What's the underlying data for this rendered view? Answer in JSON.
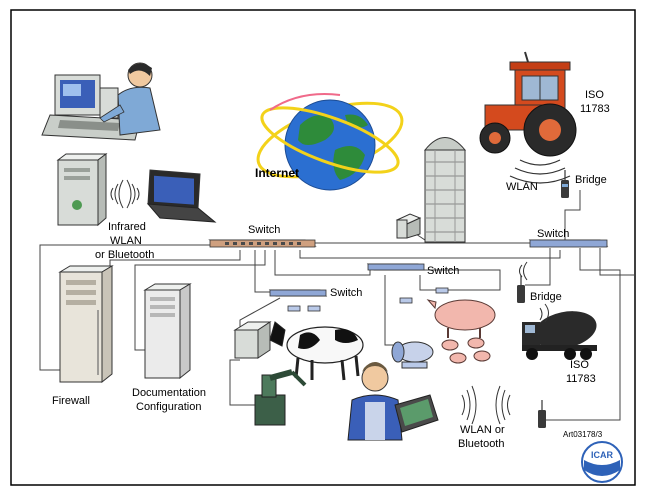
{
  "labels": {
    "iso_top_1": "ISO",
    "iso_top_2": "11783",
    "internet": "Internet",
    "bridge_top": "Bridge",
    "wlan_top": "WLAN",
    "switch_main": "Switch",
    "switch_right": "Switch",
    "switch_mid": "Switch",
    "switch_left": "Switch",
    "bridge_mid": "Bridge",
    "infrared_1": "Infrared",
    "infrared_2": "WLAN",
    "infrared_3": "or Bluetooth",
    "iso_mid_1": "ISO",
    "iso_mid_2": "11783",
    "firewall": "Firewall",
    "documentation": "Documentation",
    "configuration": "Configuration",
    "wlan_bottom_1": "WLAN or",
    "wlan_bottom_2": "Bluetooth",
    "art_code": "Art03178/3",
    "logo_text": "ICAR"
  },
  "colors": {
    "device_gray": "#d8dcd8",
    "shirt_blue": "#7fa9d6",
    "tractor_orange": "#d44a1e",
    "globe_blue": "#2b6fd1",
    "land_green": "#2e8b3a",
    "orbit_yellow": "#f3d21a",
    "pig_pink": "#f2b7ad",
    "logo_blue": "#2e62b8"
  }
}
